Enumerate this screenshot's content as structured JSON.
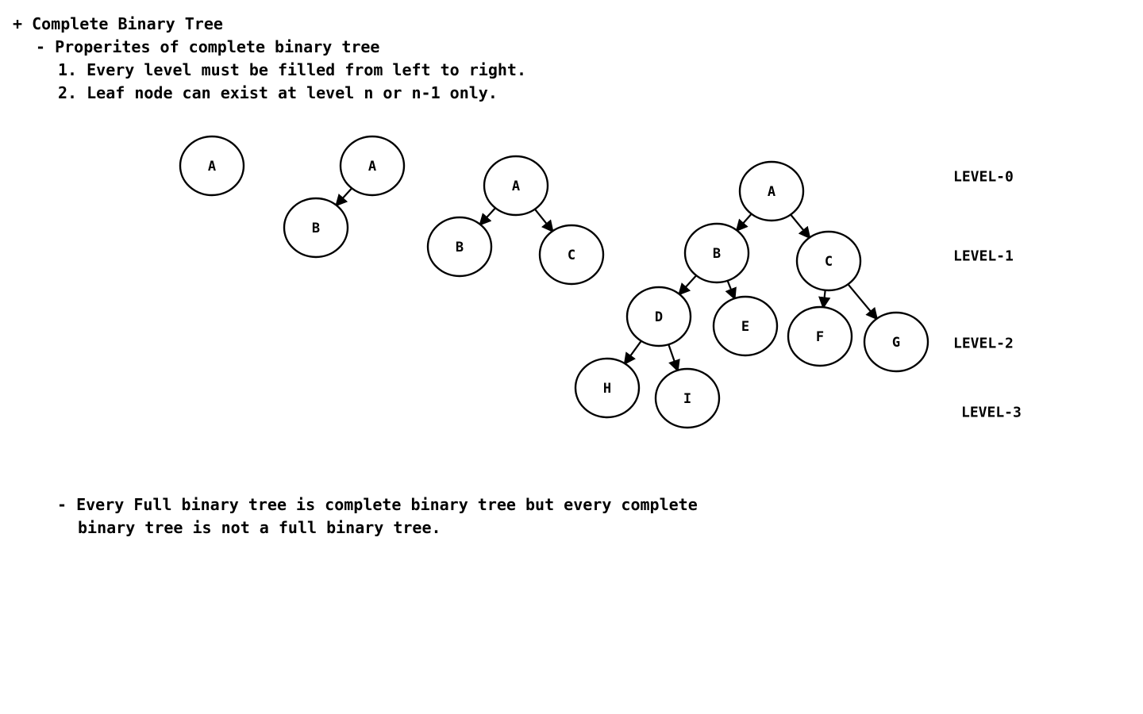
{
  "heading": "+ Complete Binary Tree",
  "subheading": "- Properites of complete binary tree",
  "properties": [
    "1. Every level must be filled from left to right.",
    "2. Leaf node can exist at level n or n-1 only."
  ],
  "note": {
    "line1": "- Every Full binary tree is complete binary tree but every complete",
    "line2": "binary tree is not a full binary tree."
  },
  "level_labels": [
    "LEVEL-0",
    "LEVEL-1",
    "LEVEL-2",
    "LEVEL-3"
  ],
  "trees": [
    {
      "nodes": [
        "A"
      ],
      "edges": []
    },
    {
      "nodes": [
        "A",
        "B"
      ],
      "edges": [
        [
          "A",
          "B"
        ]
      ]
    },
    {
      "nodes": [
        "A",
        "B",
        "C"
      ],
      "edges": [
        [
          "A",
          "B"
        ],
        [
          "A",
          "C"
        ]
      ]
    },
    {
      "nodes": [
        "A",
        "B",
        "C",
        "D",
        "E",
        "F",
        "G",
        "H",
        "I"
      ],
      "edges": [
        [
          "A",
          "B"
        ],
        [
          "A",
          "C"
        ],
        [
          "B",
          "D"
        ],
        [
          "B",
          "E"
        ],
        [
          "C",
          "F"
        ],
        [
          "C",
          "G"
        ],
        [
          "D",
          "H"
        ],
        [
          "D",
          "I"
        ]
      ]
    }
  ]
}
